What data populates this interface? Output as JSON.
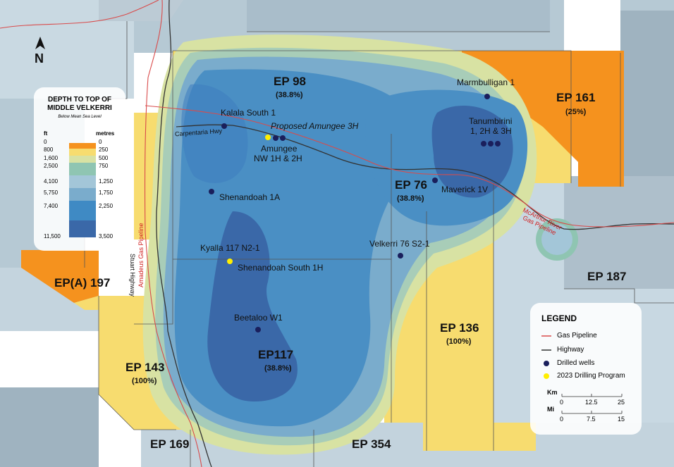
{
  "north_arrow": {
    "label": "N"
  },
  "depth_legend": {
    "title_line1": "DEPTH TO TOP OF",
    "title_line2": "MIDDLE VELKERRI",
    "subtitle": "Below Mean Sea Level",
    "unit_ft": "ft",
    "unit_m": "metres",
    "ft_values": [
      "0",
      "800",
      "1,600",
      "2,500",
      "4,100",
      "5,750",
      "7,400",
      "11,500"
    ],
    "m_values": [
      "0",
      "250",
      "500",
      "750",
      "1,250",
      "1,750",
      "2,250",
      "3,500"
    ],
    "colors": [
      "#f5921e",
      "#f7dc6f",
      "#d8e2a3",
      "#8fc5b2",
      "#a3c6d8",
      "#7aaccc",
      "#3f8ac4",
      "#3a68a8"
    ]
  },
  "permits": [
    {
      "name": "EP 98",
      "share": "(38.8%)"
    },
    {
      "name": "EP 161",
      "share": "(25%)"
    },
    {
      "name": "EP 76",
      "share": "(38.8%)"
    },
    {
      "name": "EP(A) 197",
      "share": ""
    },
    {
      "name": "EP 187",
      "share": ""
    },
    {
      "name": "EP 136",
      "share": "(100%)"
    },
    {
      "name": "EP117",
      "share": "(38.8%)"
    },
    {
      "name": "EP 143",
      "share": "(100%)"
    },
    {
      "name": "EP 169",
      "share": ""
    },
    {
      "name": "EP 354",
      "share": ""
    }
  ],
  "wells": [
    {
      "name": "Marmbulligan 1",
      "type": "drilled"
    },
    {
      "name": "Kalala South 1",
      "type": "drilled"
    },
    {
      "name": "Proposed Amungee 3H",
      "type": "label"
    },
    {
      "name": "Amungee",
      "type": "drilled"
    },
    {
      "name": "NW 1H & 2H",
      "type": "label"
    },
    {
      "name": "Tanumbirini",
      "type": "drilled"
    },
    {
      "name": "1, 2H & 3H",
      "type": "label"
    },
    {
      "name": "Shenandoah 1A",
      "type": "drilled"
    },
    {
      "name": "Maverick 1V",
      "type": "drilled"
    },
    {
      "name": "Velkerri 76 S2-1",
      "type": "drilled"
    },
    {
      "name": "Kyalla 117 N2-1",
      "type": "drilling_2023"
    },
    {
      "name": "Shenandoah South 1H",
      "type": "label"
    },
    {
      "name": "Beetaloo W1",
      "type": "drilled"
    }
  ],
  "roads_pipelines": {
    "carpentaria_hwy": "Carpentaria Hwy",
    "stuart_hwy": "Stuart Highway",
    "amadeus_pipeline": "Amadeus Gas Pipeline",
    "mcarthur_line1": "McArthur River",
    "mcarthur_line2": "Gas Pipeline"
  },
  "legend": {
    "title": "LEGEND",
    "items": [
      "Gas Pipeline",
      "Highway",
      "Drilled wells",
      "2023 Drilling Program"
    ],
    "colors": {
      "pipeline": "#d94b4b",
      "highway": "#333333",
      "drilled": "#1a1f5c",
      "program": "#ffee00"
    },
    "km_label": "Km",
    "km_ticks": [
      "0",
      "12.5",
      "25"
    ],
    "mi_label": "Mi",
    "mi_ticks": [
      "0",
      "7.5",
      "15"
    ]
  }
}
